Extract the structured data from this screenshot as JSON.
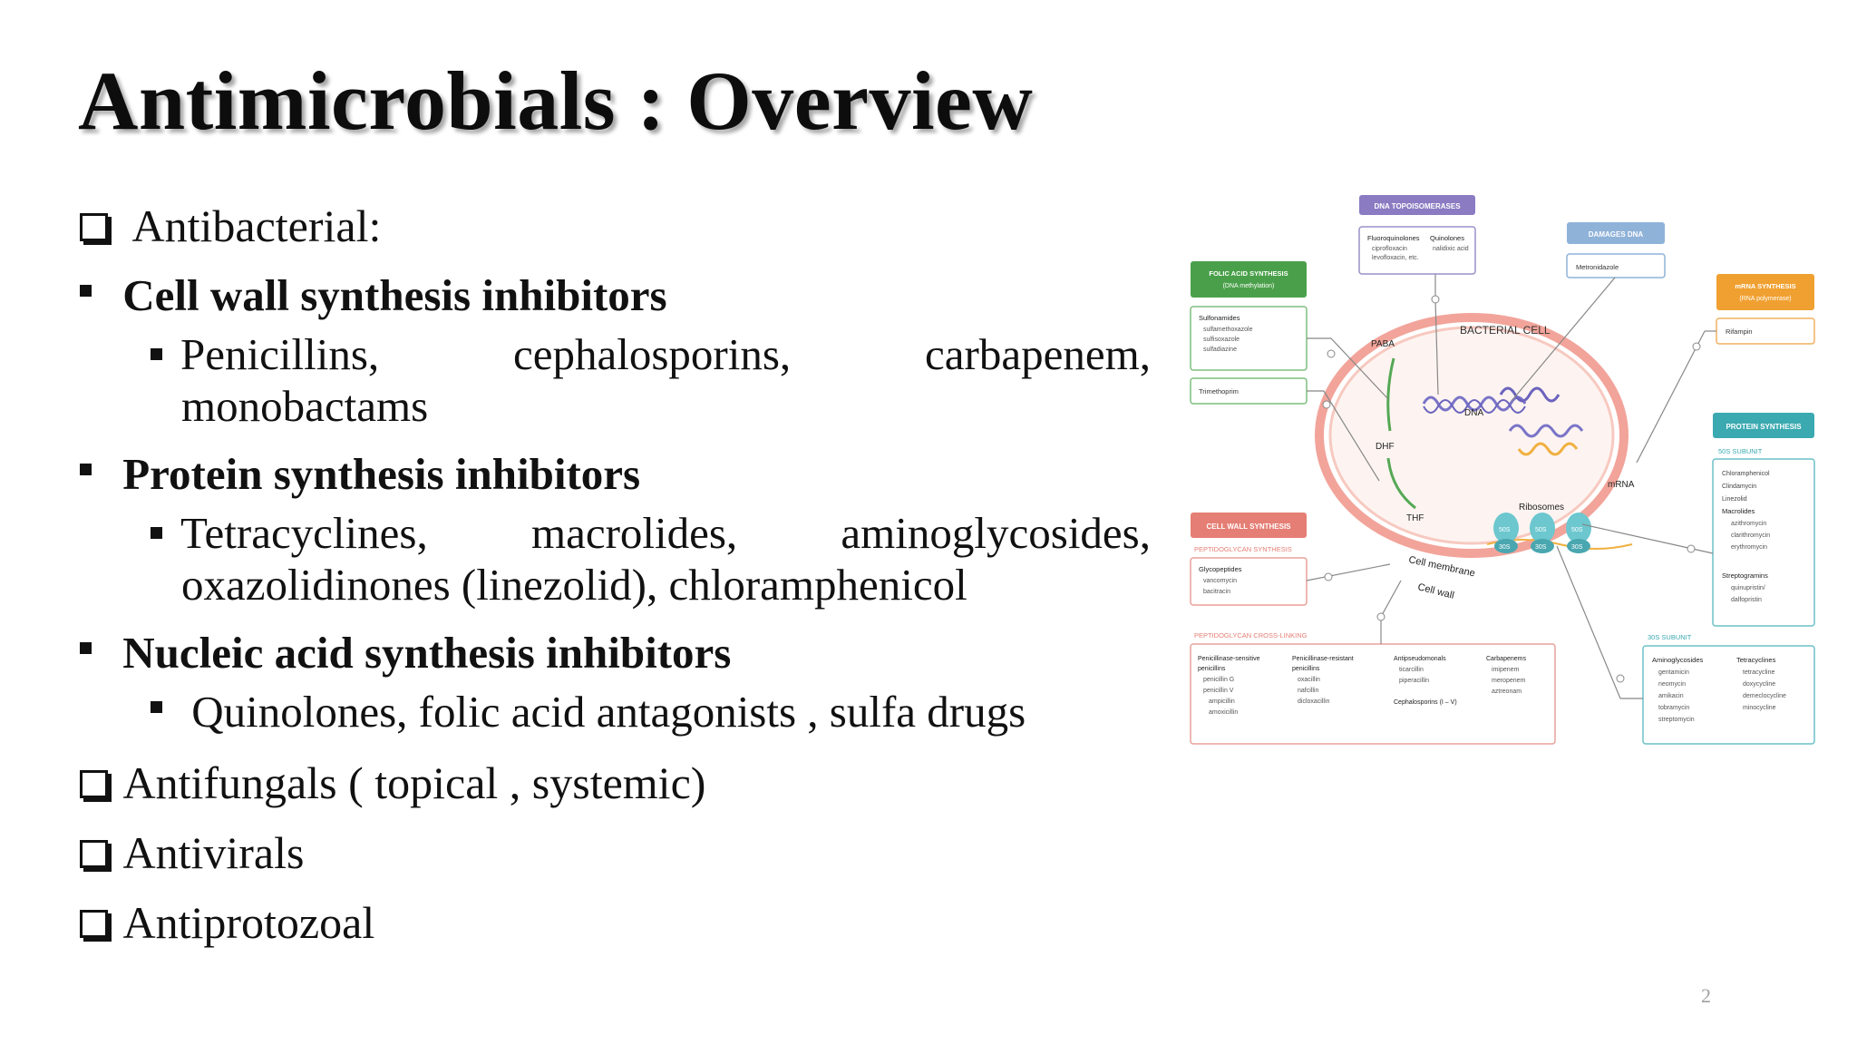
{
  "slide": {
    "title": "Antimicrobials : Overview",
    "page_number": "2",
    "items": {
      "antibacterial": "Antibacterial:",
      "cell_wall": "Cell wall synthesis inhibitors",
      "cell_wall_sub_1": "Penicillins,",
      "cell_wall_sub_2": "cephalosporins,",
      "cell_wall_sub_3": "carbapenem,",
      "cell_wall_sub_4": "monobactams",
      "protein": "Protein synthesis inhibitors",
      "protein_sub_1": "Tetracyclines,",
      "protein_sub_2": "macrolides,",
      "protein_sub_3": "aminoglycosides,",
      "protein_sub_4": "oxazolidinones (linezolid), chloramphenicol",
      "nucleic": "Nucleic acid synthesis inhibitors",
      "nucleic_sub": "Quinolones, folic acid antagonists , sulfa drugs",
      "antifungals": "Antifungals ( topical , systemic)",
      "antivirals": "Antivirals",
      "antiprotozoal": "Antiprotozoal"
    }
  },
  "diagram": {
    "cell_label": "BACTERIAL CELL",
    "dna": "DNA",
    "mrna": "mRNA",
    "paba": "PABA",
    "dhf": "DHF",
    "thf": "THF",
    "ribosomes": "Ribosomes",
    "cell_membrane": "Cell membrane",
    "cell_wall": "Cell wall",
    "ribo_50s": "50S",
    "ribo_30s": "30S",
    "topo_header": "DNA TOPOISOMERASES",
    "topo_fq": "Fluoroquinolones",
    "topo_fq_1": "ciprofloxacin",
    "topo_fq_2": "levofloxacin, etc.",
    "topo_q": "Quinolones",
    "topo_q_1": "nalidixic acid",
    "dmg_header": "DAMAGES DNA",
    "dmg_1": "Metronidazole",
    "folic_header_1": "FOLIC ACID SYNTHESIS",
    "folic_header_2": "(DNA methylation)",
    "folic_sulf": "Sulfonamides",
    "folic_sulf_1": "sulfamethoxazole",
    "folic_sulf_2": "sulfisoxazole",
    "folic_sulf_3": "sulfadiazine",
    "folic_tmp": "Trimethoprim",
    "mrna_header_1": "mRNA SYNTHESIS",
    "mrna_header_2": "(RNA polymerase)",
    "mrna_1": "Rifampin",
    "ps_header": "PROTEIN SYNTHESIS",
    "ps_sub50": "50S SUBUNIT",
    "ps_50_1": "Chloramphenicol",
    "ps_50_2": "Clindamycin",
    "ps_50_3": "Linezolid",
    "ps_50_4": "Macrolides",
    "ps_50_5": "azithromycin",
    "ps_50_6": "clarithromycin",
    "ps_50_7": "erythromycin",
    "ps_50_8": "Streptogramins",
    "ps_50_9": "quinupristin/",
    "ps_50_10": "dalfopristin",
    "ps_sub30": "30S SUBUNIT",
    "ps_30_ag": "Aminoglycosides",
    "ps_30_ag_1": "gentamicin",
    "ps_30_ag_2": "neomycin",
    "ps_30_ag_3": "amikacin",
    "ps_30_ag_4": "tobramycin",
    "ps_30_ag_5": "streptomycin",
    "ps_30_tc": "Tetracyclines",
    "ps_30_tc_1": "tetracycline",
    "ps_30_tc_2": "doxycycline",
    "ps_30_tc_3": "demeclocycline",
    "ps_30_tc_4": "minocycline",
    "cw_header": "CELL WALL SYNTHESIS",
    "cw_pep": "PEPTIDOGLYCAN SYNTHESIS",
    "cw_glyco": "Glycopeptides",
    "cw_glyco_1": "vancomycin",
    "cw_glyco_2": "bacitracin",
    "cw_cross": "PEPTIDOGLYCAN CROSS-LINKING",
    "pcn_s": "Penicillinase-sensitive",
    "pcn_s_b": "penicillins",
    "pcn_s_1": "penicillin G",
    "pcn_s_2": "penicillin V",
    "pcn_s_3": "ampicillin",
    "pcn_s_4": "amoxicillin",
    "pcn_r": "Penicillinase-resistant",
    "pcn_r_b": "penicillins",
    "pcn_r_1": "oxacillin",
    "pcn_r_2": "nafcillin",
    "pcn_r_3": "dicloxacillin",
    "antips": "Antipseudomonals",
    "antips_1": "ticarcillin",
    "antips_2": "piperacillin",
    "cephs": "Cephalosporins (I – V)",
    "carb": "Carbapenems",
    "carb_1": "imipenem",
    "carb_2": "meropenem",
    "carb_3": "aztreonam"
  },
  "colors": {
    "topo": "#8a7bc2",
    "damage": "#8fb2d8",
    "folic": "#4aa04a",
    "mrna": "#f0a030",
    "protein": "#3aa9b0",
    "cellwall": "#e57e74",
    "cell_ring": "#f2a49a"
  }
}
